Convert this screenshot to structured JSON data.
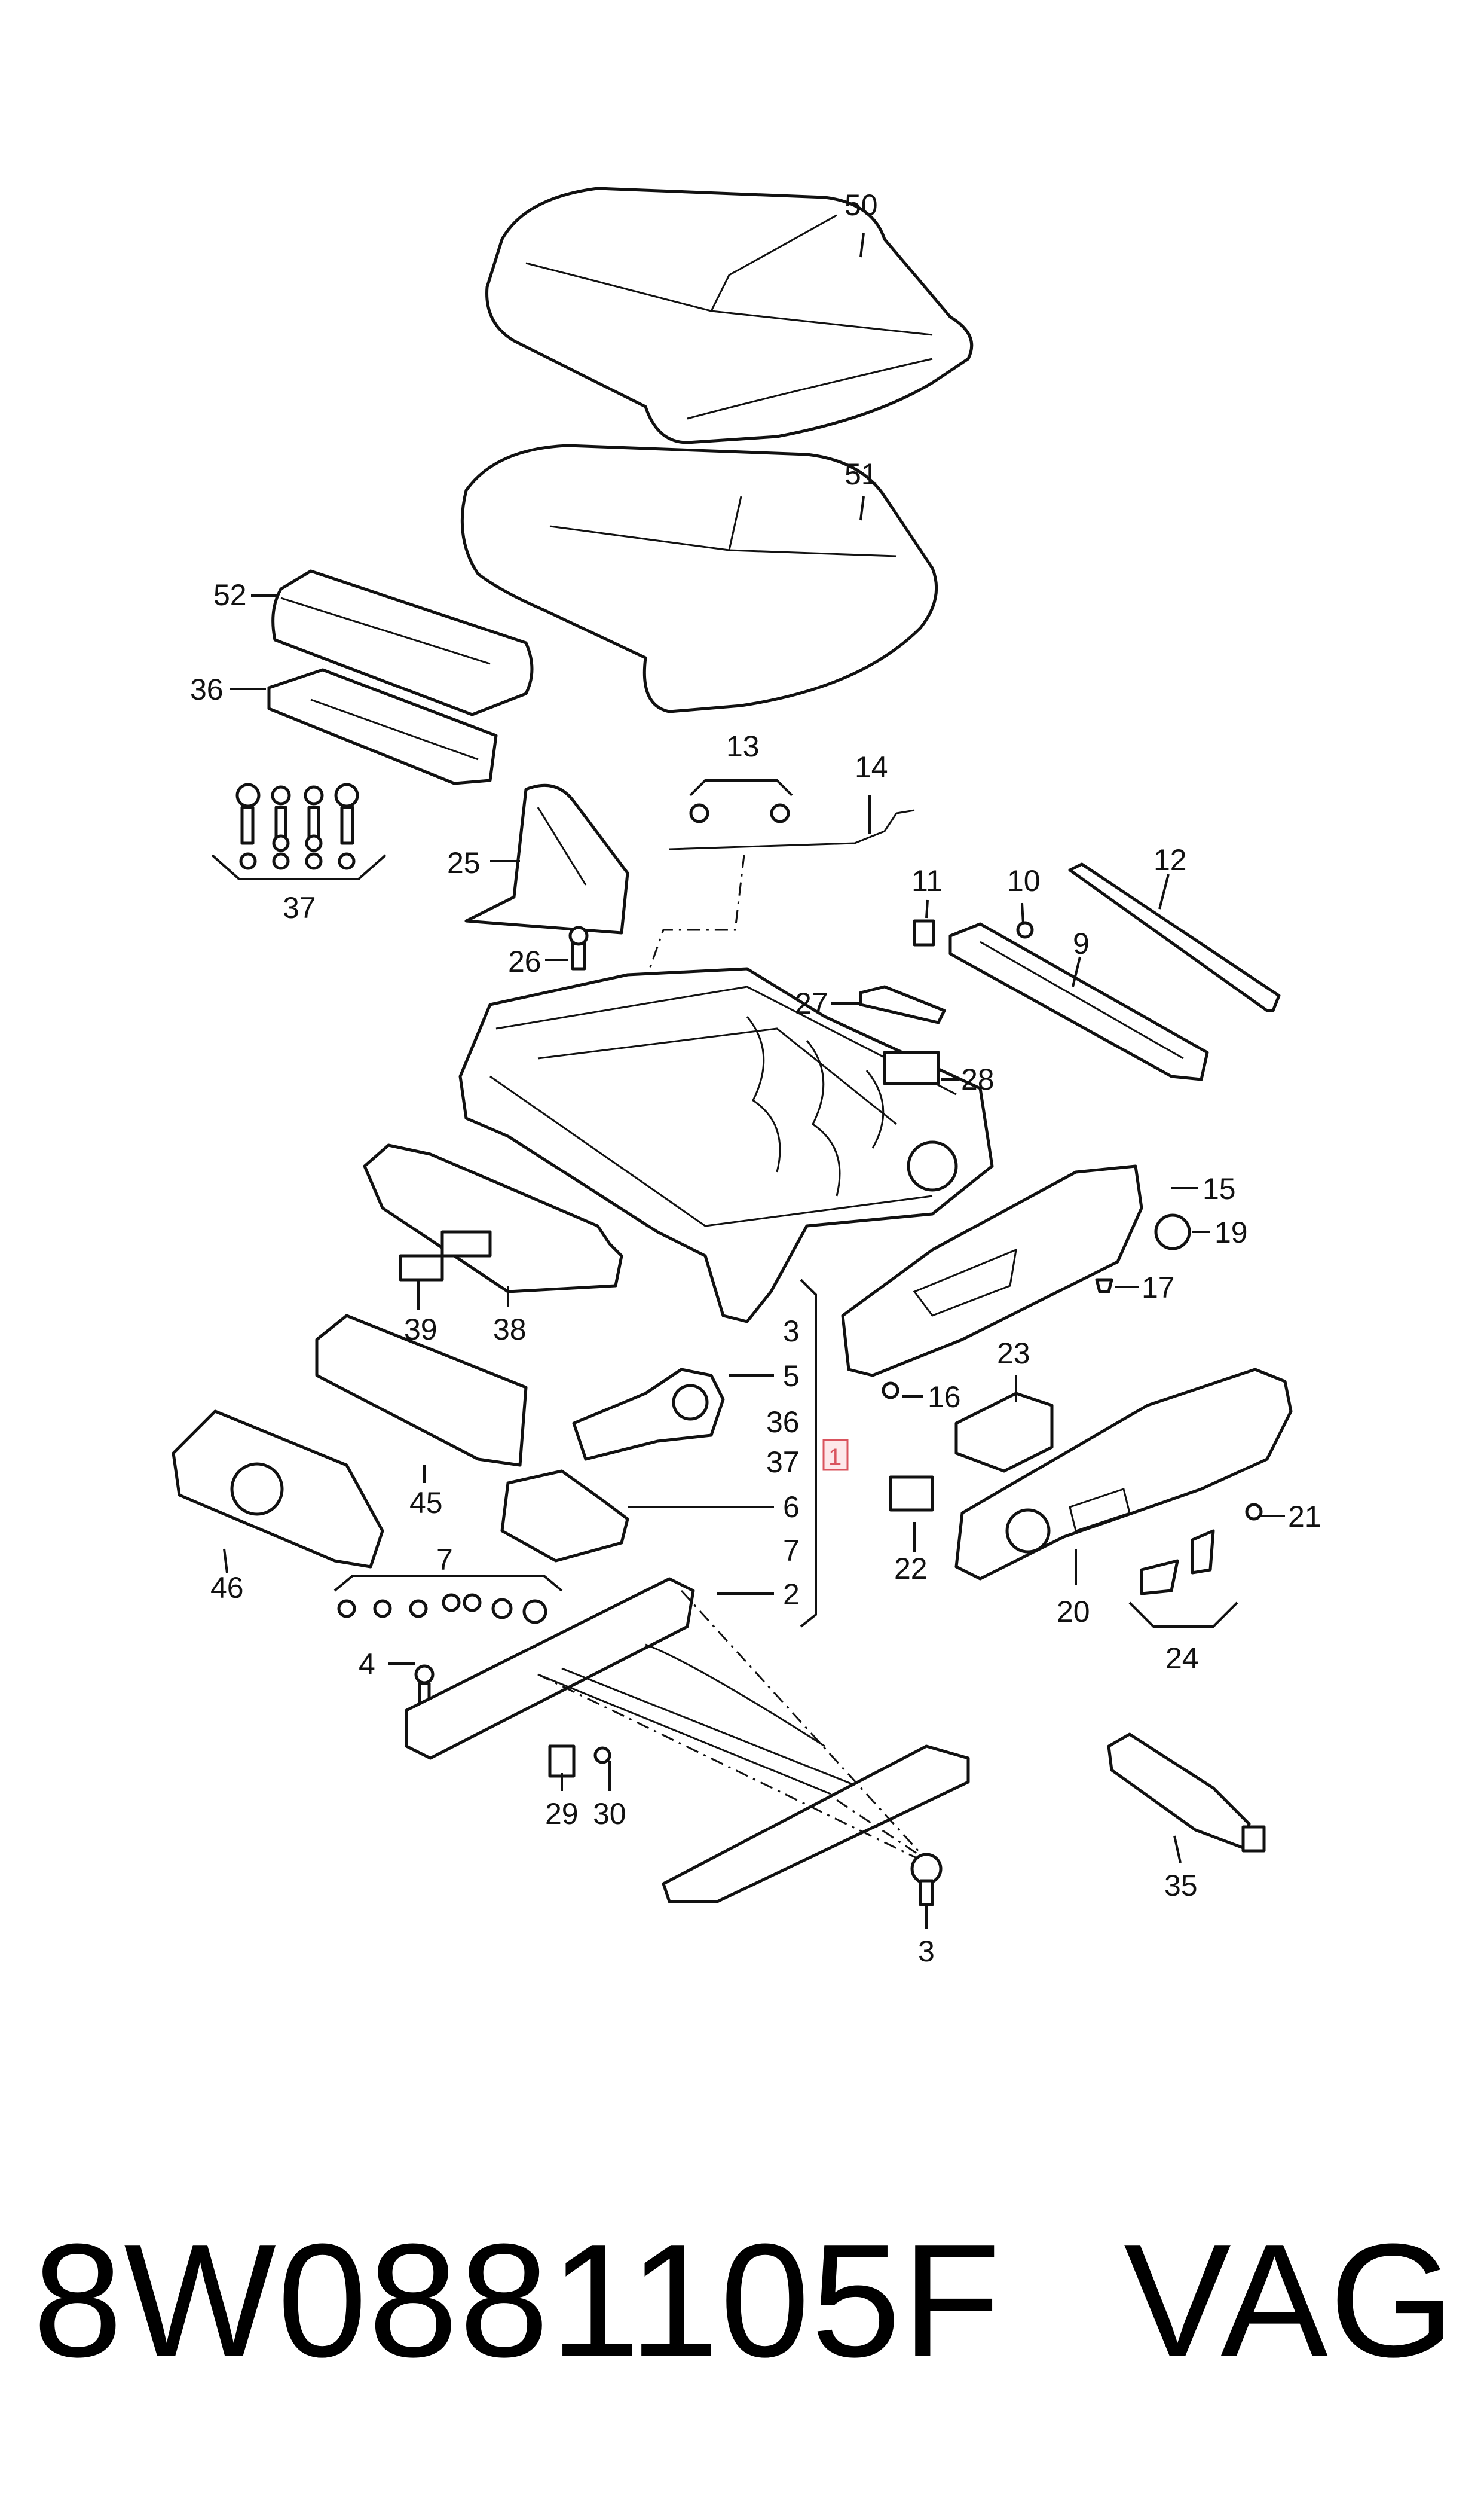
{
  "part_number": "8W0881105F",
  "brand": "VAG",
  "callouts": [
    "50",
    "51",
    "52",
    "36",
    "37",
    "13",
    "14",
    "25",
    "26",
    "11",
    "10",
    "12",
    "9",
    "27",
    "28",
    "15",
    "19",
    "17",
    "3",
    "5",
    "36",
    "37",
    "1",
    "6",
    "7",
    "2",
    "16",
    "23",
    "22",
    "21",
    "20",
    "24",
    "39",
    "38",
    "45",
    "46",
    "7",
    "4",
    "29",
    "30",
    "35",
    "3"
  ]
}
